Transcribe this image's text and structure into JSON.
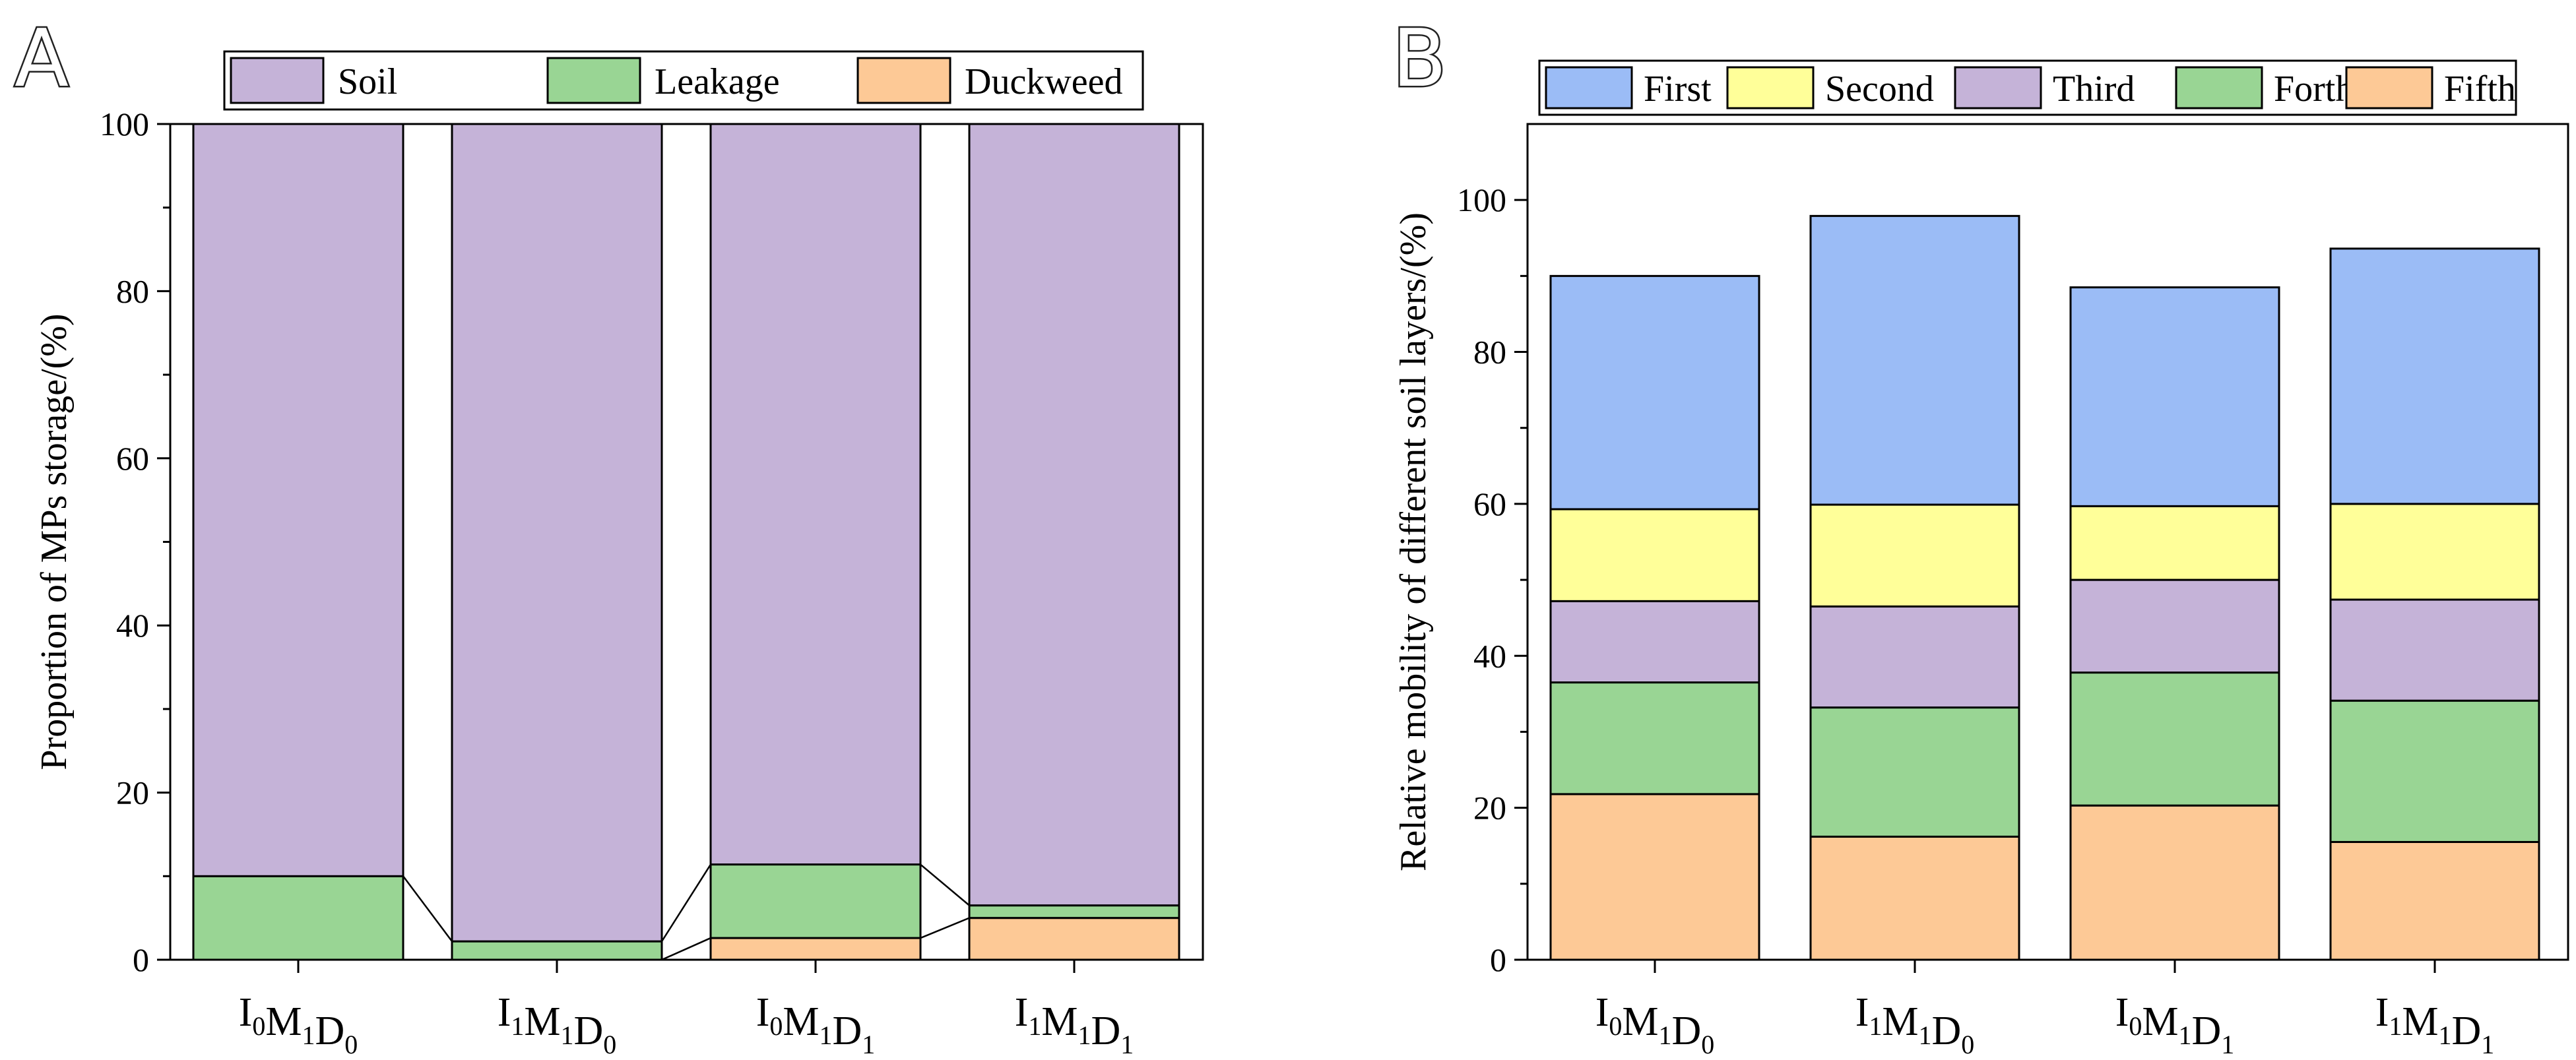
{
  "chart_data": [
    {
      "panel": "A",
      "type": "bar",
      "stacked": true,
      "categories": [
        {
          "parts": [
            [
              "I",
              "0"
            ],
            [
              "M",
              "1"
            ],
            [
              "D",
              "0"
            ]
          ]
        },
        {
          "parts": [
            [
              "I",
              "1"
            ],
            [
              "M",
              "1"
            ],
            [
              "D",
              "0"
            ]
          ]
        },
        {
          "parts": [
            [
              "I",
              "0"
            ],
            [
              "M",
              "1"
            ],
            [
              "D",
              "1"
            ]
          ]
        },
        {
          "parts": [
            [
              "I",
              "1"
            ],
            [
              "M",
              "1"
            ],
            [
              "D",
              "1"
            ]
          ]
        }
      ],
      "series": [
        {
          "name": "Duckweed",
          "color": "#fdc996",
          "values": [
            0,
            0,
            2.6,
            5.0
          ]
        },
        {
          "name": "Leakage",
          "color": "#99d594",
          "values": [
            10.0,
            2.2,
            8.8,
            1.5
          ]
        },
        {
          "name": "Soil",
          "color": "#c5b3d8",
          "values": [
            90.0,
            97.8,
            88.6,
            93.5
          ]
        }
      ],
      "legend_order": [
        "Soil",
        "Leakage",
        "Duckweed"
      ],
      "legend_position": "top",
      "connect_lines": true,
      "title": "",
      "xlabel": "",
      "ylabel": "Proportion of MPs storage/(%)",
      "ylim": [
        0,
        100
      ],
      "yticks": [
        "0",
        "20",
        "40",
        "60",
        "80",
        "100"
      ],
      "grid": false
    },
    {
      "panel": "B",
      "type": "bar",
      "stacked": true,
      "categories": [
        {
          "parts": [
            [
              "I",
              "0"
            ],
            [
              "M",
              "1"
            ],
            [
              "D",
              "0"
            ]
          ]
        },
        {
          "parts": [
            [
              "I",
              "1"
            ],
            [
              "M",
              "1"
            ],
            [
              "D",
              "0"
            ]
          ]
        },
        {
          "parts": [
            [
              "I",
              "0"
            ],
            [
              "M",
              "1"
            ],
            [
              "D",
              "1"
            ]
          ]
        },
        {
          "parts": [
            [
              "I",
              "1"
            ],
            [
              "M",
              "1"
            ],
            [
              "D",
              "1"
            ]
          ]
        }
      ],
      "series": [
        {
          "name": "Fifth",
          "color": "#fdc996",
          "values": [
            21.8,
            16.2,
            20.3,
            15.5
          ]
        },
        {
          "name": "Forth",
          "color": "#99d594",
          "values": [
            14.7,
            17.0,
            17.5,
            18.6
          ]
        },
        {
          "name": "Third",
          "color": "#c5b3d8",
          "values": [
            10.7,
            13.3,
            12.2,
            13.3
          ]
        },
        {
          "name": "Second",
          "color": "#ffff99",
          "values": [
            12.1,
            13.4,
            9.7,
            12.6
          ]
        },
        {
          "name": "First",
          "color": "#9bbcf6",
          "values": [
            30.7,
            38.0,
            28.8,
            33.6
          ]
        }
      ],
      "legend_order": [
        "First",
        "Second",
        "Third",
        "Forth",
        "Fifth"
      ],
      "legend_position": "top",
      "connect_lines": false,
      "title": "",
      "xlabel": "",
      "ylabel": "Relative mobility of different soil layers/(%)",
      "ylim": [
        0,
        110
      ],
      "yticks": [
        "0",
        "20",
        "40",
        "60",
        "80",
        "100"
      ],
      "grid": false
    }
  ]
}
